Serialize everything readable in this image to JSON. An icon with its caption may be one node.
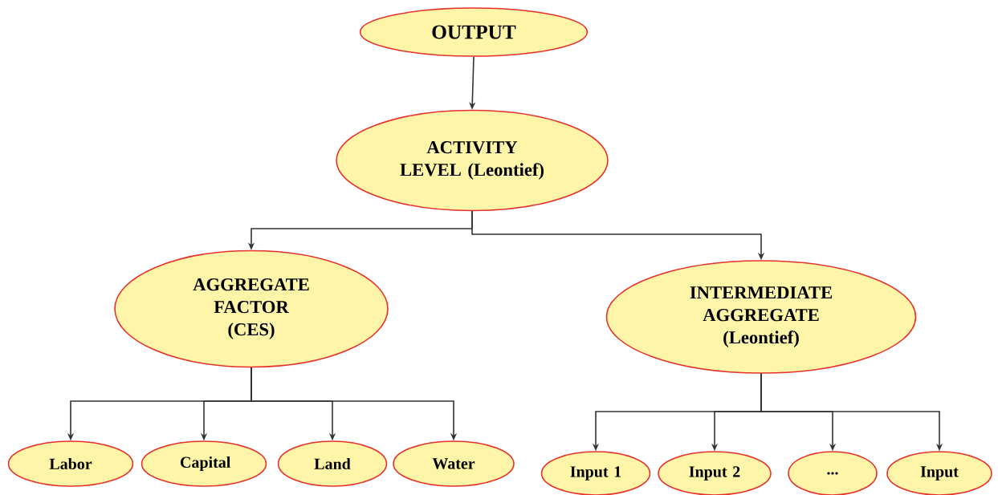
{
  "diagram": {
    "nodes": [
      {
        "text": [
          "OUTPUT"
        ]
      },
      {
        "text": [
          "ACTIVITY LEVEL (Leontief)"
        ]
      },
      {
        "text": [
          "AGGREGATE FACTOR (CES)"
        ]
      },
      {
        "text": [
          "INTERMEDIATE AGGREGATE (Leontief)"
        ]
      },
      {
        "text": [
          "Labor"
        ]
      },
      {
        "text": [
          "Capital"
        ]
      },
      {
        "text": [
          "Land"
        ]
      },
      {
        "text": [
          "Water"
        ]
      },
      {
        "text": [
          "Input 1"
        ]
      },
      {
        "text": [
          "Input 2"
        ]
      },
      {
        "text": [
          "..."
        ]
      },
      {
        "text": [
          "Input"
        ]
      }
    ],
    "edges": [
      {
        "from": 0,
        "to": 1,
        "arrow": "to"
      },
      {
        "from": 1,
        "to": 2,
        "arrow": "to"
      },
      {
        "from": 1,
        "to": 3,
        "arrow": "to"
      },
      {
        "from": 2,
        "to": 4,
        "arrow": "to"
      },
      {
        "from": 2,
        "to": 5,
        "arrow": "to"
      },
      {
        "from": 2,
        "to": 6,
        "arrow": "to"
      },
      {
        "from": 2,
        "to": 7,
        "arrow": "to"
      },
      {
        "from": 3,
        "to": 8,
        "arrow": "to"
      },
      {
        "from": 3,
        "to": 9,
        "arrow": "to"
      },
      {
        "from": 3,
        "to": 10,
        "arrow": "to"
      },
      {
        "from": 3,
        "to": 11,
        "arrow": "to"
      }
    ]
  }
}
